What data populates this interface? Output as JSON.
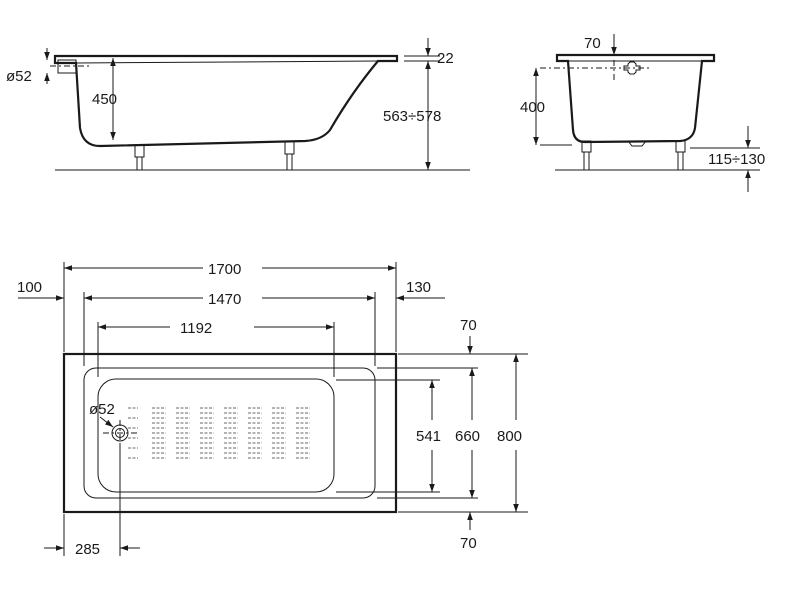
{
  "side_view": {
    "drain_diameter": "ø52",
    "depth": "450",
    "rim_thickness": "22",
    "height_range": "563÷578"
  },
  "end_view": {
    "overflow_offset": "70",
    "overflow_height": "400",
    "leg_range": "115÷130"
  },
  "plan_view": {
    "overall_length": "1700",
    "inner_length": "1470",
    "flat_bottom_length": "1192",
    "left_offset": "100",
    "right_offset": "130",
    "top_offset": "70",
    "bottom_offset": "70",
    "bottom_width": "541",
    "inner_width": "660",
    "overall_width": "800",
    "drain_diameter": "ø52",
    "drain_offset": "285"
  },
  "colors": {
    "line": "#1a1a1a",
    "background": "#ffffff"
  }
}
